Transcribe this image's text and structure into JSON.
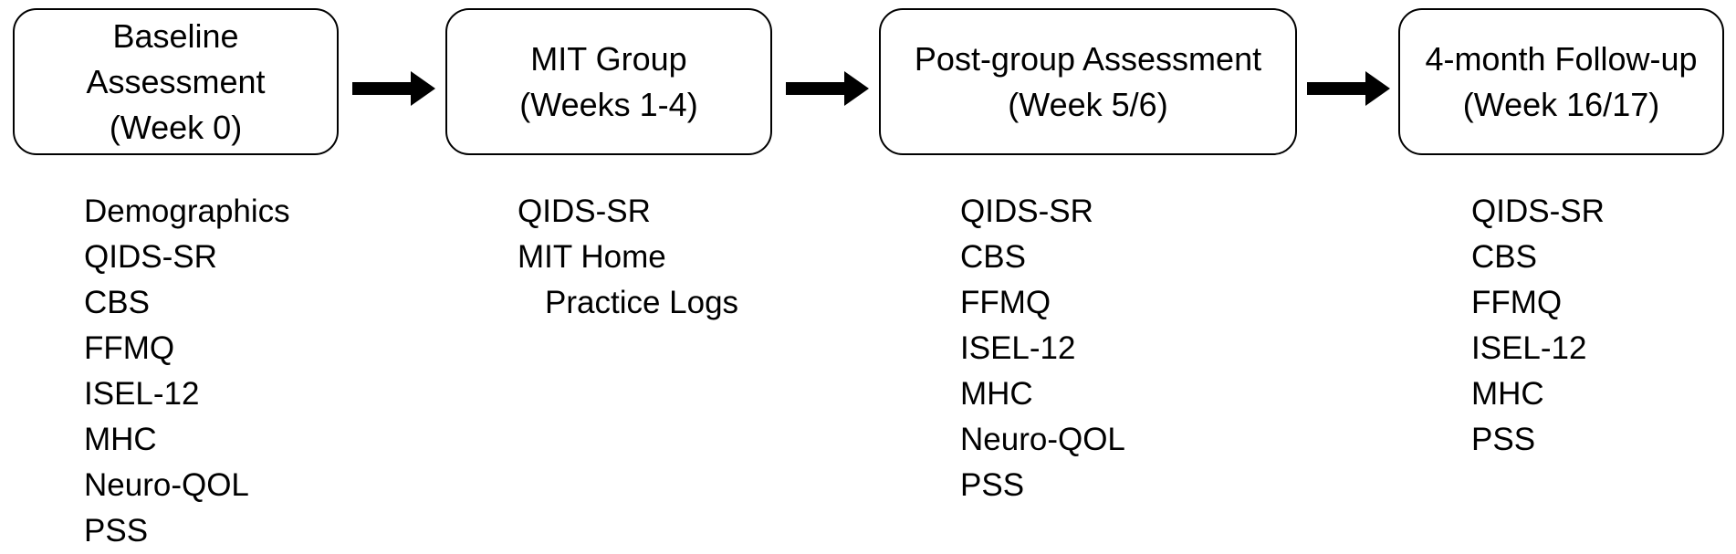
{
  "stages": [
    {
      "title_lines": [
        "Baseline",
        "Assessment",
        "(Week 0)"
      ],
      "measures": [
        "Demographics",
        "QIDS-SR",
        "CBS",
        "FFMQ",
        "ISEL-12",
        "MHC",
        "Neuro-QOL",
        "PSS"
      ]
    },
    {
      "title_lines": [
        "MIT Group",
        "(Weeks 1-4)"
      ],
      "measures": [
        "QIDS-SR",
        "MIT Home",
        "Practice Logs"
      ]
    },
    {
      "title_lines": [
        "Post-group Assessment",
        "(Week 5/6)"
      ],
      "measures": [
        "QIDS-SR",
        "CBS",
        "FFMQ",
        "ISEL-12",
        "MHC",
        "Neuro-QOL",
        "PSS"
      ]
    },
    {
      "title_lines": [
        "4-month Follow-up",
        "(Week 16/17)"
      ],
      "measures": [
        "QIDS-SR",
        "CBS",
        "FFMQ",
        "ISEL-12",
        "MHC",
        "PSS"
      ]
    }
  ],
  "colors": {
    "stroke": "#000000",
    "background": "#ffffff",
    "text": "#000000"
  },
  "icons": {
    "connector": "right-arrow-icon"
  }
}
